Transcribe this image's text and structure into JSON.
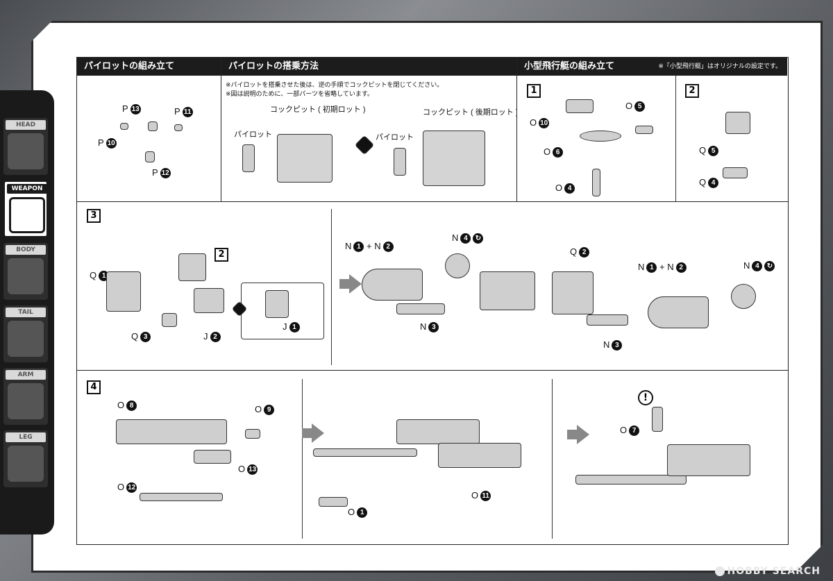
{
  "side_tabs": [
    {
      "label": "HEAD",
      "active": false
    },
    {
      "label": "WEAPON",
      "active": true
    },
    {
      "label": "BODY",
      "active": false
    },
    {
      "label": "TAIL",
      "active": false
    },
    {
      "label": "ARM",
      "active": false
    },
    {
      "label": "LEG",
      "active": false
    }
  ],
  "sections": {
    "pilot_assembly": {
      "title": "パイロットの組み立て",
      "labels": [
        "P",
        "P",
        "P",
        "P"
      ],
      "numbers": [
        "13",
        "11",
        "10",
        "12"
      ]
    },
    "pilot_boarding": {
      "title": "パイロットの搭乗方法",
      "note1": "※パイロットを搭乗させた後は、逆の手順でコックピットを閉じてください。",
      "note2": "※図は説明のために、一部パーツを省略しています。",
      "cockpit_early": "コックピット ( 初期ロット )",
      "cockpit_late": "コックピット ( 後期ロット )",
      "pilot_label": "パイロット"
    },
    "small_craft": {
      "title": "小型飛行艇の組み立て",
      "note": "※「小型飛行艇」はオリジナルの設定です。",
      "step1": "1",
      "step2": "2",
      "step1_parts": [
        {
          "letter": "O",
          "num": "10"
        },
        {
          "letter": "O",
          "num": "5"
        },
        {
          "letter": "O",
          "num": "6"
        },
        {
          "letter": "O",
          "num": "4"
        }
      ],
      "step2_parts": [
        {
          "letter": "Q",
          "num": "5"
        },
        {
          "letter": "Q",
          "num": "4"
        }
      ]
    },
    "step3": {
      "step": "3",
      "ref": "2",
      "parts": [
        {
          "letter": "Q",
          "num": "1"
        },
        {
          "letter": "Q",
          "num": "3"
        },
        {
          "letter": "J",
          "num": "2"
        },
        {
          "letter": "J",
          "num": "1"
        },
        {
          "letter": "N",
          "num": "3"
        },
        {
          "letter": "Q",
          "num": "2"
        },
        {
          "letter": "N",
          "num": "3"
        }
      ],
      "combo1": {
        "a": "N",
        "an": "1",
        "plus": "+",
        "b": "N",
        "bn": "2"
      },
      "combo2": {
        "a": "N",
        "an": "1",
        "plus": "+",
        "b": "N",
        "bn": "2"
      },
      "n4a": {
        "letter": "N",
        "num": "4"
      },
      "n4b": {
        "letter": "N",
        "num": "4"
      }
    },
    "step4": {
      "step": "4",
      "parts": [
        {
          "letter": "O",
          "num": "8"
        },
        {
          "letter": "O",
          "num": "9"
        },
        {
          "letter": "O",
          "num": "13"
        },
        {
          "letter": "O",
          "num": "12"
        },
        {
          "letter": "O",
          "num": "11"
        },
        {
          "letter": "O",
          "num": "1"
        },
        {
          "letter": "O",
          "num": "7"
        }
      ],
      "caution": "!"
    }
  },
  "watermark": "HOBBY SEARCH"
}
